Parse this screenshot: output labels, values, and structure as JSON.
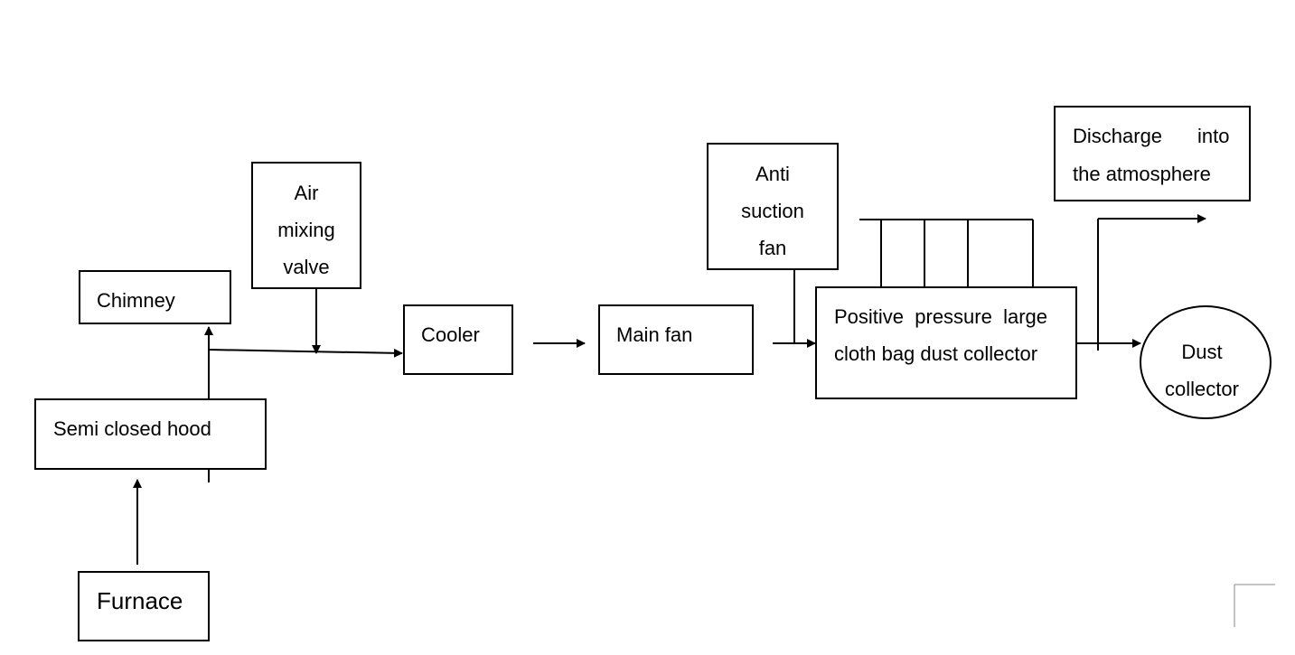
{
  "nodes": {
    "furnace": "Furnace",
    "semi_closed_hood": "Semi closed hood",
    "chimney": "Chimney",
    "air_mixing_valve": [
      "Air",
      "mixing",
      "valve"
    ],
    "cooler": "Cooler",
    "main_fan": "Main fan",
    "anti_suction_fan": [
      "Anti",
      "suction",
      "fan"
    ],
    "bag_dust_collector": [
      "Positive  pressure  large",
      "cloth bag dust collector"
    ],
    "discharge": [
      "Discharge",
      "into",
      "the atmosphere"
    ],
    "dust_collector": [
      "Dust",
      "collector"
    ]
  }
}
